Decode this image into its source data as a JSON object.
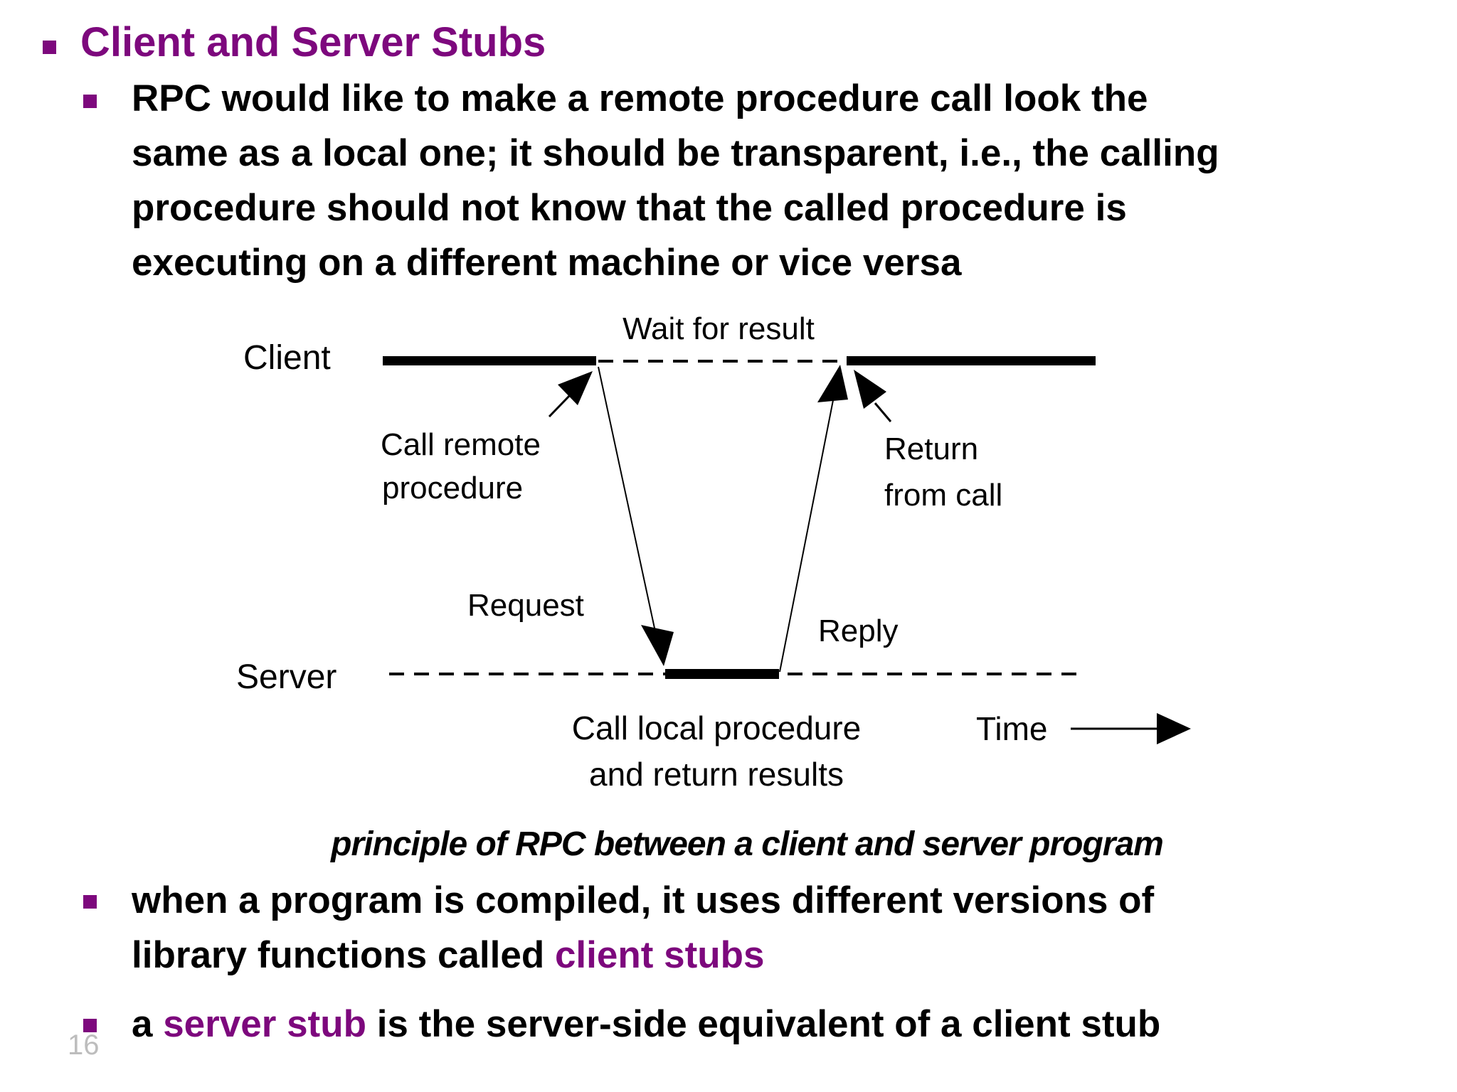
{
  "slide": {
    "title": "Client and Server Stubs",
    "page_number": "16",
    "colors": {
      "accent_purple": "#7d087d",
      "text_black": "#000000",
      "page_number_gray": "#bdbdbd",
      "diagram_ink": "#000000"
    },
    "bullet1": {
      "line1": "RPC would like to make a remote procedure call look the",
      "line2": "same as a local one; it should be transparent, i.e., the calling",
      "line3": "procedure should not know that the called procedure is",
      "line4": "executing on a different machine or vice versa"
    },
    "caption": "principle of RPC between a client and server program",
    "bullet2": {
      "line1": "when a program is compiled, it uses different versions of",
      "line2_prefix": "library functions called ",
      "line2_highlight": "client stubs"
    },
    "bullet3": {
      "prefix": "a ",
      "highlight": "server stub",
      "suffix": " is the server-side equivalent of a client stub"
    },
    "diagram": {
      "wait_label": "Wait for result",
      "client_label": "Client",
      "call_remote_line1": "Call remote",
      "call_remote_line2": "procedure",
      "request_label": "Request",
      "reply_label": "Reply",
      "return_line1": "Return",
      "return_line2": "from call",
      "server_label": "Server",
      "call_local_line1": "Call local procedure",
      "call_local_line2": "and return results",
      "time_label": "Time"
    }
  }
}
